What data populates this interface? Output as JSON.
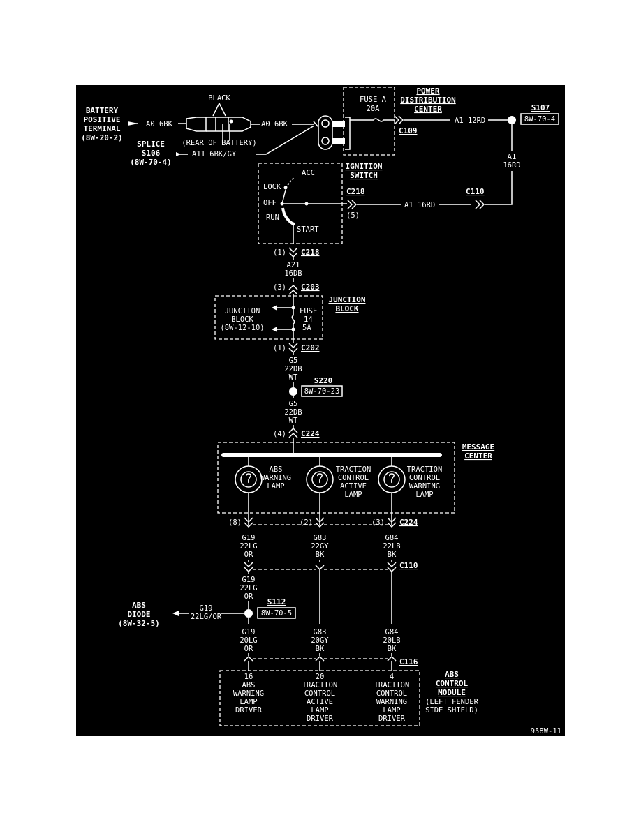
{
  "figure_id": "958W-11",
  "battery": {
    "lines": [
      "BATTERY",
      "POSITIVE",
      "TERMINAL",
      "(8W-20-2)"
    ]
  },
  "battery_cable": {
    "label": "BLACK",
    "note": "(REAR OF BATTERY)",
    "wire_in": "A0 6BK",
    "wire_out": "A0 6BK"
  },
  "splice_s106": {
    "lines": [
      "SPLICE",
      "S106",
      "(8W-70-4)"
    ],
    "wire": "A11 6BK/GY"
  },
  "pdc": {
    "lines": [
      "POWER",
      "DISTRIBUTION",
      "CENTER"
    ],
    "fuse_name": "FUSE A",
    "fuse_rating": "20A",
    "connector": "C109",
    "wire_out": "A1 12RD"
  },
  "splice_s107": {
    "name": "S107",
    "ref": "8W-70-4",
    "wire_lines": [
      "A1",
      "16RD"
    ]
  },
  "ignition": {
    "lines": [
      "IGNITION",
      "SWITCH"
    ],
    "positions": {
      "acc": "ACC",
      "lock": "LOCK",
      "off": "OFF",
      "run": "RUN",
      "start": "START"
    },
    "connector": "C218",
    "pin_in": "(5)",
    "wire_in": "A1 16RD",
    "connector_c110": "C110",
    "pin_out": "(1)",
    "connector_out": "C218"
  },
  "wire_a21": {
    "lines": [
      "A21",
      "16DB"
    ]
  },
  "junction_block": {
    "lines": [
      "JUNCTION",
      "BLOCK"
    ],
    "inner_lines": [
      "JUNCTION",
      "BLOCK",
      "(8W-12-10)"
    ],
    "fuse_lines": [
      "FUSE",
      "14",
      "5A"
    ],
    "pin_in": "(3)",
    "connector_in": "C203",
    "pin_out": "(1)",
    "connector_out": "C202"
  },
  "wire_g5_a": {
    "lines": [
      "G5",
      "22DB",
      "WT"
    ]
  },
  "splice_s220": {
    "name": "S220",
    "ref": "8W-70-23"
  },
  "wire_g5_b": {
    "lines": [
      "G5",
      "22DB",
      "WT"
    ]
  },
  "message_center": {
    "lines": [
      "MESSAGE",
      "CENTER"
    ],
    "pin_in": "(4)",
    "connector_in": "C224",
    "lamps": [
      {
        "lines": [
          "ABS",
          "WARNING",
          "LAMP"
        ]
      },
      {
        "lines": [
          "TRACTION",
          "CONTROL",
          "ACTIVE",
          "LAMP"
        ]
      },
      {
        "lines": [
          "TRACTION",
          "CONTROL",
          "WARNING",
          "LAMP"
        ]
      }
    ],
    "out_pins": [
      "(8)",
      "(2)",
      "(3)"
    ],
    "connector_out": "C224"
  },
  "wires_upper": [
    {
      "lines": [
        "G19",
        "22LG",
        "OR"
      ]
    },
    {
      "lines": [
        "G83",
        "22GY",
        "BK"
      ]
    },
    {
      "lines": [
        "G84",
        "22LB",
        "BK"
      ]
    }
  ],
  "connector_c110_lower": "C110",
  "wire_g19_mid": {
    "lines": [
      "G19",
      "22LG",
      "OR"
    ]
  },
  "abs_diode": {
    "lines": [
      "ABS",
      "DIODE",
      "(8W-32-5)"
    ],
    "wire_lines": [
      "G19",
      "22LG/OR"
    ]
  },
  "splice_s112": {
    "name": "S112",
    "ref": "8W-70-5"
  },
  "wires_lower": [
    {
      "lines": [
        "G19",
        "20LG",
        "OR"
      ]
    },
    {
      "lines": [
        "G83",
        "20GY",
        "BK"
      ]
    },
    {
      "lines": [
        "G84",
        "20LB",
        "BK"
      ]
    }
  ],
  "connector_c116": "C116",
  "abs_module": {
    "lines": [
      "ABS",
      "CONTROL",
      "MODULE"
    ],
    "location_lines": [
      "(LEFT FENDER",
      "SIDE SHIELD)"
    ],
    "pins": [
      {
        "lines": [
          "16",
          "ABS",
          "WARNING",
          "LAMP",
          "DRIVER"
        ]
      },
      {
        "lines": [
          "20",
          "TRACTION",
          "CONTROL",
          "ACTIVE",
          "LAMP",
          "DRIVER"
        ]
      },
      {
        "lines": [
          "4",
          "TRACTION",
          "CONTROL",
          "WARNING",
          "LAMP",
          "DRIVER"
        ]
      }
    ]
  }
}
